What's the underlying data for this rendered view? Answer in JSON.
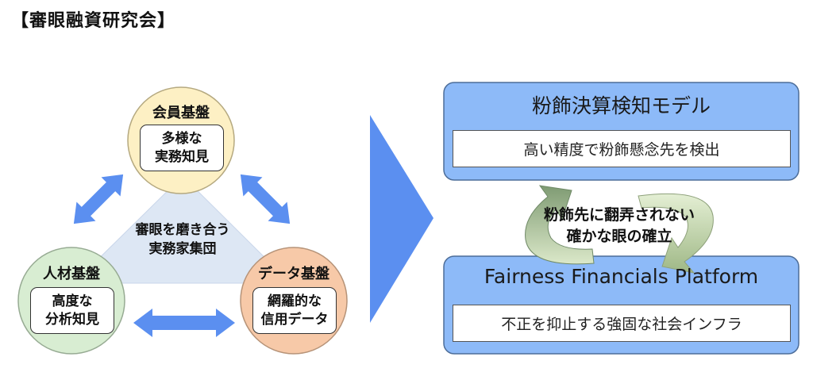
{
  "header": {
    "title": "【審眼融資研究会】"
  },
  "left_diagram": {
    "center": {
      "line1": "審眼を磨き合う",
      "line2": "実務家集団"
    },
    "nodes": {
      "member": {
        "title": "会員基盤",
        "line1": "多様な",
        "line2": "実務知見",
        "color": "#fdf0c4"
      },
      "talent": {
        "title": "人材基盤",
        "line1": "高度な",
        "line2": "分析知見",
        "color": "#d8edd2"
      },
      "data": {
        "title": "データ基盤",
        "line1": "網羅的な",
        "line2": "信用データ",
        "color": "#f7c9a8"
      }
    },
    "triangle_color": "#dde7f4",
    "arrow_color": "#5b8ff0"
  },
  "right_diagram": {
    "top_panel": {
      "title": "粉飾決算検知モデル",
      "subtitle": "高い精度で粉飾懸念先を検出"
    },
    "bottom_panel": {
      "title": "Fairness Financials Platform",
      "subtitle": "不正を抑止する強固な社会インフラ"
    },
    "cycle": {
      "line1": "粉飾先に翻弄されない",
      "line2": "確かな眼の確立"
    },
    "panel_color": "#8dbaf8",
    "cycle_color": "#c3d9a6"
  },
  "chevron_color": "#5b8ff0"
}
